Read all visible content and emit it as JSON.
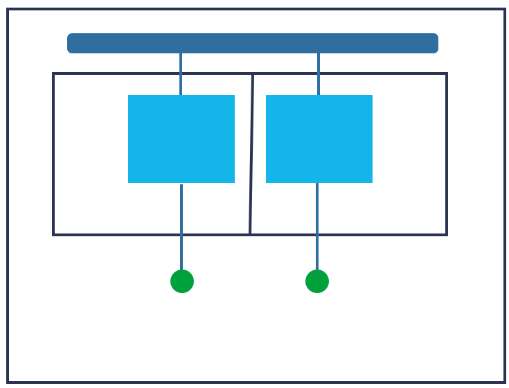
{
  "diagram": {
    "colors": {
      "background": "#ffffff",
      "frame": "#2a3350",
      "top_bar": "#316ea0",
      "connector": "#316ea0",
      "module": "#14b6ea",
      "terminal": "#00a03c"
    },
    "modules": [
      {
        "id": "module-left"
      },
      {
        "id": "module-right"
      }
    ],
    "terminals": [
      {
        "id": "terminal-left"
      },
      {
        "id": "terminal-right"
      }
    ]
  }
}
